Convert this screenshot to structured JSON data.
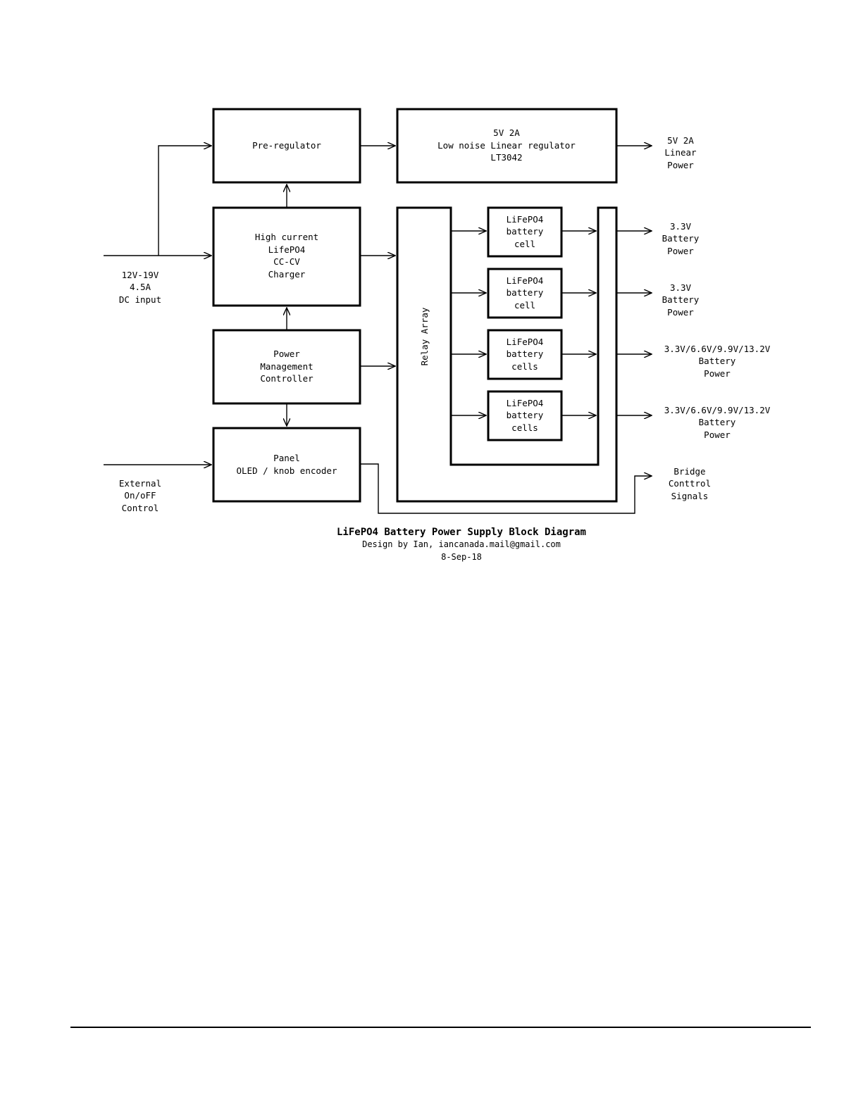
{
  "blocks": {
    "pre_regulator": [
      "Pre-regulator"
    ],
    "linear_regulator": [
      "5V 2A",
      "Low noise Linear regulator",
      "LT3042"
    ],
    "charger": [
      "High current",
      "LifePO4",
      "CC-CV",
      "Charger"
    ],
    "power_management": [
      "Power",
      "Management",
      "Controller"
    ],
    "panel": [
      "Panel",
      "OLED / knob encoder"
    ],
    "relay_array": "Relay Array",
    "cell_1": [
      "LiFePO4",
      "battery",
      "cell"
    ],
    "cell_2": [
      "LiFePO4",
      "battery",
      "cell"
    ],
    "cell_3": [
      "LiFePO4",
      "battery",
      "cells"
    ],
    "cell_4": [
      "LiFePO4",
      "battery",
      "cells"
    ]
  },
  "inputs": {
    "dc_input": [
      "12V-19V",
      "4.5A",
      "DC input"
    ],
    "external_control": [
      "External",
      "On/oFF",
      "Control"
    ]
  },
  "outputs": {
    "linear_power": [
      "5V 2A",
      "Linear",
      "Power"
    ],
    "battery_power_1": [
      "3.3V",
      "Battery",
      "Power"
    ],
    "battery_power_2": [
      "3.3V",
      "Battery",
      "Power"
    ],
    "battery_power_3": [
      "3.3V/6.6V/9.9V/13.2V",
      "Battery",
      "Power"
    ],
    "battery_power_4": [
      "3.3V/6.6V/9.9V/13.2V",
      "Battery",
      "Power"
    ],
    "bridge_signals": [
      "Bridge",
      "Conttrol",
      "Signals"
    ]
  },
  "caption": {
    "title": "LiFePO4 Battery Power Supply Block Diagram",
    "design": "Design by Ian, iancanada.mail@gmail.com",
    "date": "8-Sep-18"
  }
}
